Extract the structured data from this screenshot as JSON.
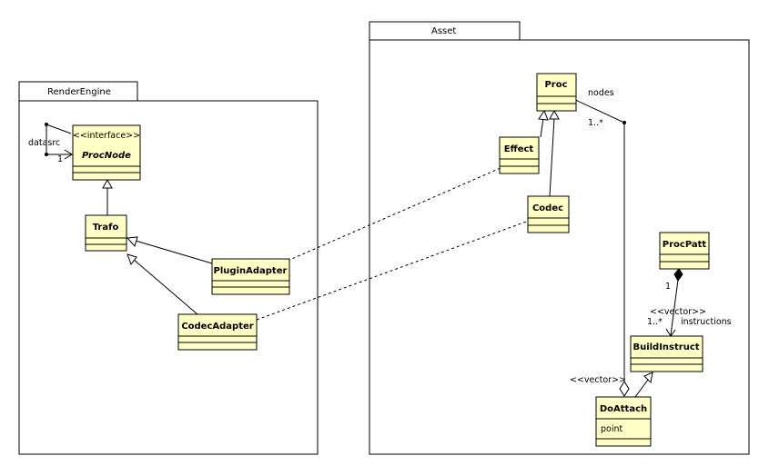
{
  "colors": {
    "class_fill": "#ffffc6",
    "stroke": "#000000",
    "background": "#ffffff"
  },
  "packages": {
    "render_engine": {
      "name": "RenderEngine"
    },
    "asset": {
      "name": "Asset"
    }
  },
  "classes": {
    "proc_node": {
      "stereotype": "<<interface>>",
      "name": "ProcNode"
    },
    "trafo": {
      "name": "Trafo"
    },
    "plugin_adapter": {
      "name": "PluginAdapter"
    },
    "codec_adapter": {
      "name": "CodecAdapter"
    },
    "proc": {
      "name": "Proc"
    },
    "effect": {
      "name": "Effect"
    },
    "codec": {
      "name": "Codec"
    },
    "proc_patt": {
      "name": "ProcPatt"
    },
    "build_instruct": {
      "name": "BuildInstruct"
    },
    "do_attach": {
      "name": "DoAttach",
      "attribute": "point"
    }
  },
  "labels": {
    "datasrc": "datasrc",
    "datasrc_mult": "1",
    "nodes_role": "nodes",
    "nodes_mult": "1..*",
    "vector_doattach": "<<vector>>",
    "patt_mult": "1",
    "instr_stereotype": "<<vector>>",
    "instr_mult": "1..*",
    "instr_role": "instructions"
  }
}
